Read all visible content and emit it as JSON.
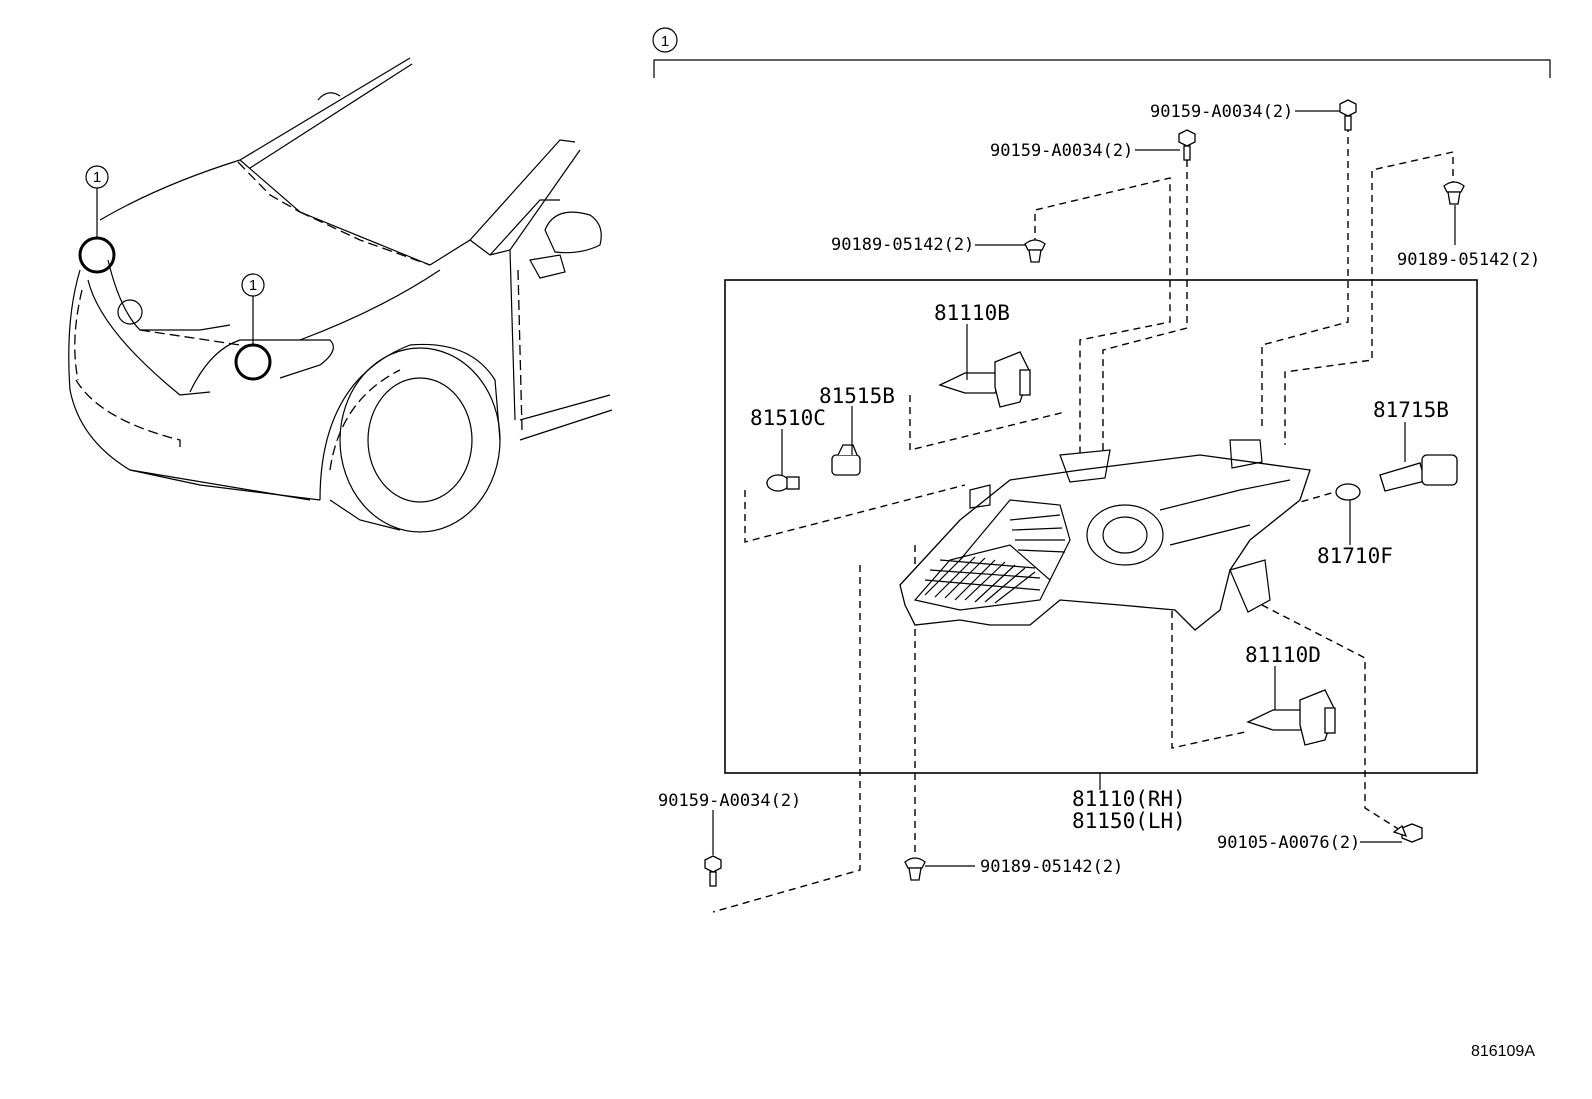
{
  "callout_marker": "1",
  "labels": {
    "bolt_top_right": "90159-A0034(2)",
    "bolt_top": "90159-A0034(2)",
    "clip_top_left": "90189-05142(2)",
    "clip_top_right": "90189-05142(2)",
    "bulb_81110b": "81110B",
    "socket_81515b": "81515B",
    "bulb_81510c": "81510C",
    "socket_81715b": "81715B",
    "bulb_81710f": "81710F",
    "bulb_81110d": "81110D",
    "assy_rh": "81110(RH)",
    "assy_lh": "81150(LH)",
    "bolt_bottom_left": "90159-A0034(2)",
    "clip_bottom": "90189-05142(2)",
    "screw_bottom_right": "90105-A0076(2)"
  },
  "figure_ref": "816109A"
}
